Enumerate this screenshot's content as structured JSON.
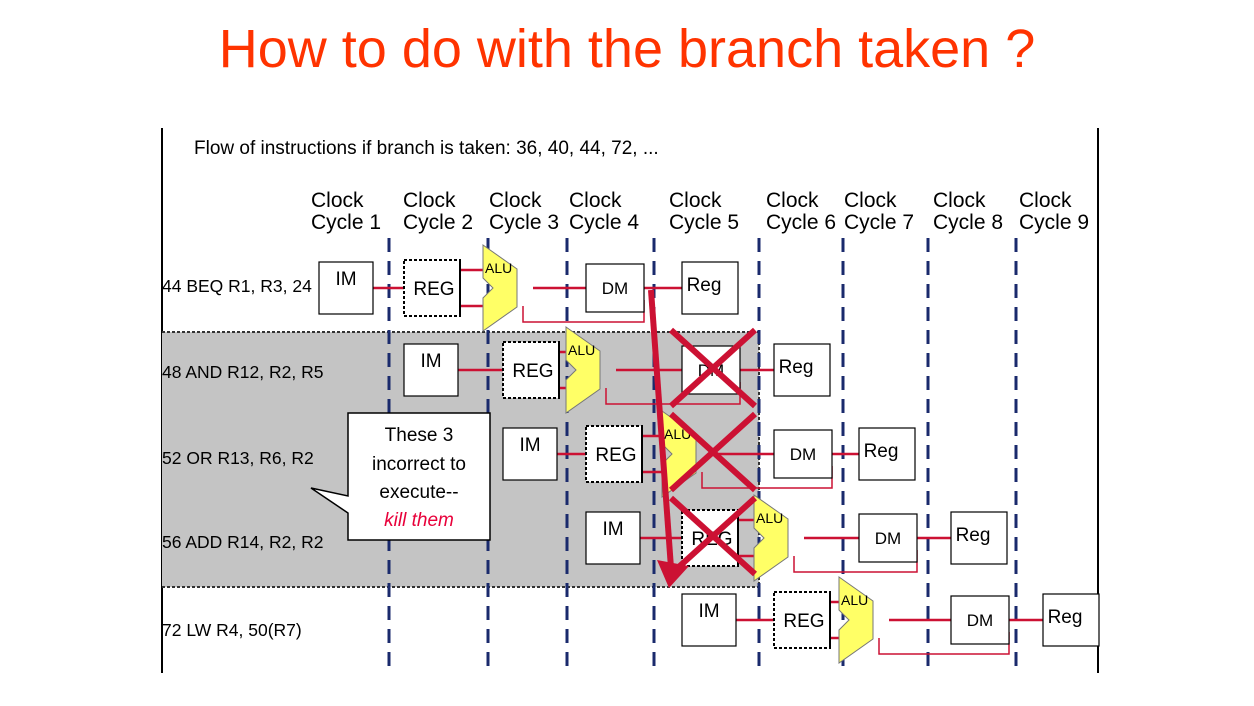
{
  "title": "How to do with the branch taken ?",
  "flow_text": "Flow of instructions if branch is taken:   36, 40, 44, 72, ...",
  "clock_cycles": [
    {
      "line1": "Clock",
      "line2": "Cycle 1"
    },
    {
      "line1": "Clock",
      "line2": "Cycle 2"
    },
    {
      "line1": "Clock",
      "line2": "Cycle 3"
    },
    {
      "line1": "Clock",
      "line2": "Cycle 4"
    },
    {
      "line1": "Clock",
      "line2": "Cycle 5"
    },
    {
      "line1": "Clock",
      "line2": "Cycle 6"
    },
    {
      "line1": "Clock",
      "line2": "Cycle 7"
    },
    {
      "line1": "Clock",
      "line2": "Cycle 8"
    },
    {
      "line1": "Clock",
      "line2": "Cycle 9"
    }
  ],
  "instructions": [
    "44 BEQ R1, R3, 24",
    "48 AND  R12, R2, R5",
    "52 OR  R13, R6, R2",
    "56 ADD R14, R2, R2",
    "72 LW  R4, 50(R7)"
  ],
  "stages": {
    "im": "IM",
    "reg": "REG",
    "alu": "ALU",
    "dm": "DM",
    "wb": "Reg"
  },
  "callout": {
    "line1": "These 3",
    "line2": "incorrect to",
    "line3": "execute--",
    "line4": "kill them"
  },
  "colors": {
    "title": "#ff3300",
    "alu": "#ffff66",
    "kill": "#cc1133",
    "wire": "#cc1133",
    "shade": "#c4c4c4",
    "dash": "#1a2a6c",
    "kill_text": "#e8003a"
  }
}
